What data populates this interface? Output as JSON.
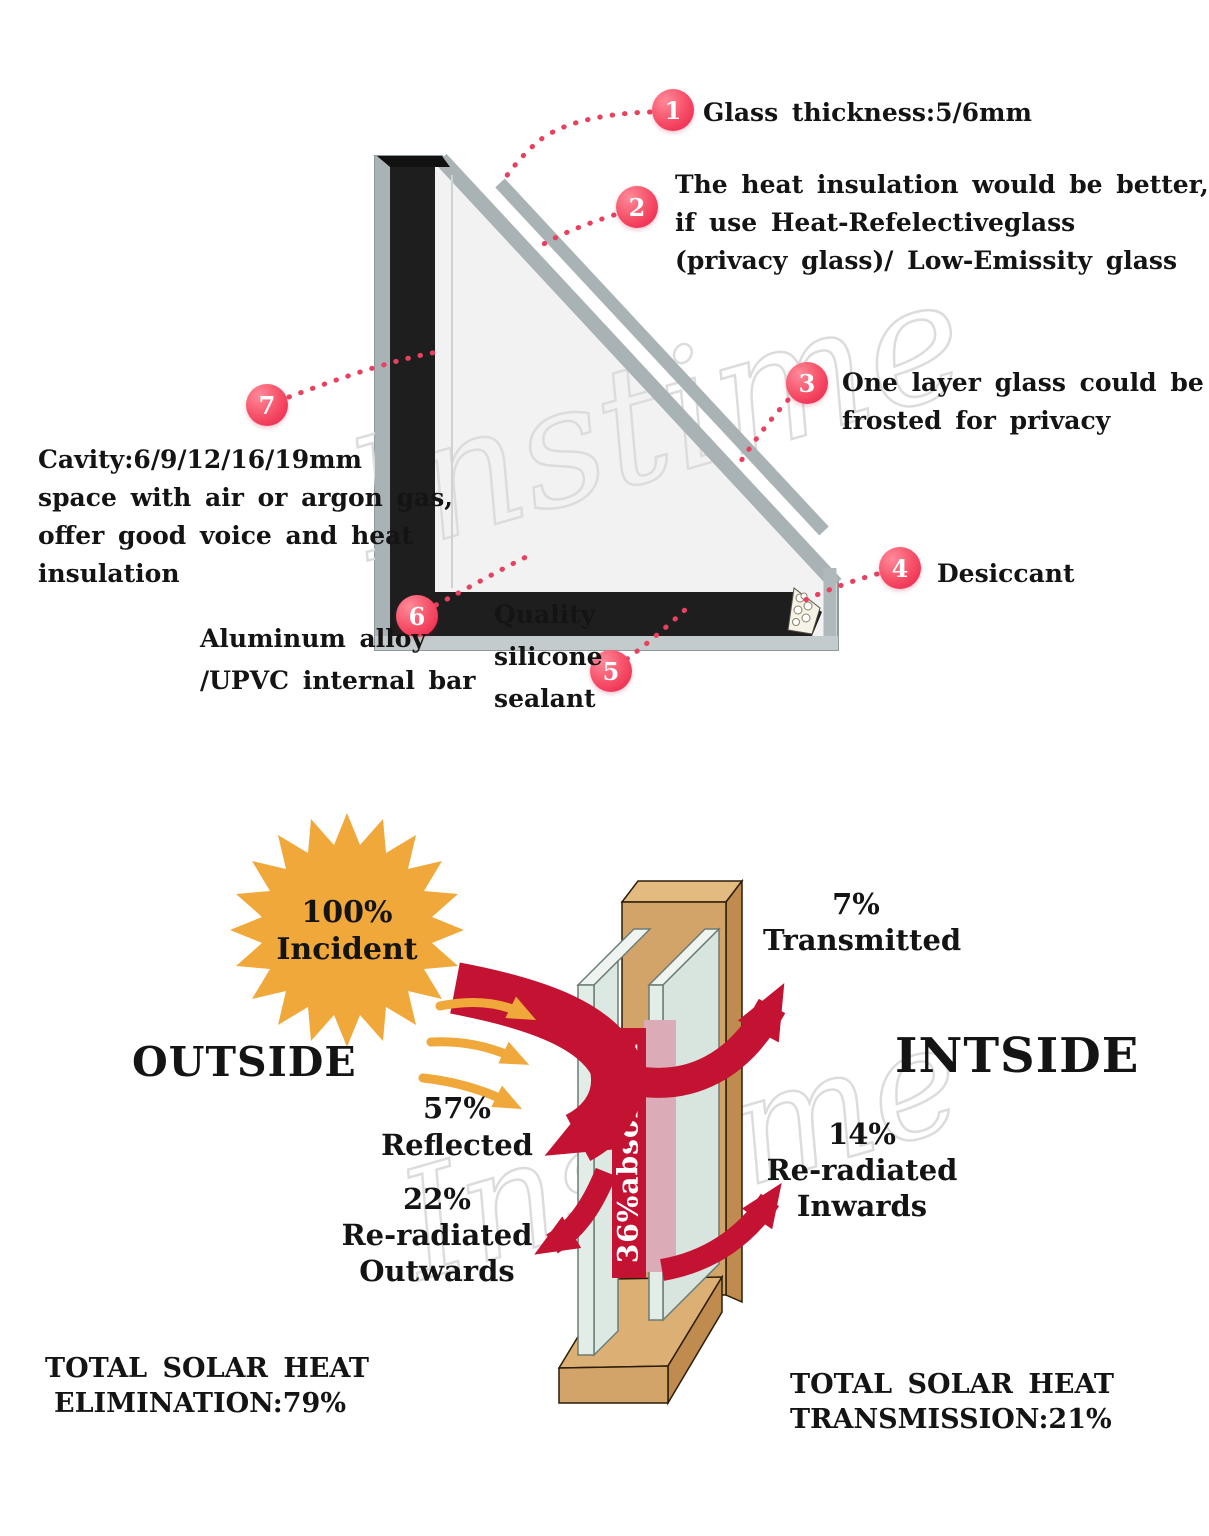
{
  "watermark_text": "Instime",
  "colors": {
    "callout_red": "#ec1c45",
    "leader_dot_red": "#e8415f",
    "flow_red": "#c41232",
    "sun_orange": "#f0a83b",
    "wood_tan": "#d2a469",
    "frame_black": "#1e1e1e"
  },
  "glass_unit": {
    "callout1": {
      "num": "1",
      "text": "Glass thickness:5/6mm"
    },
    "callout2": {
      "num": "2",
      "line1": "The heat insulation would be better,",
      "line2": "if use Heat-Refelectiveglass",
      "line3": "(privacy glass)/ Low-Emissity glass"
    },
    "callout3": {
      "num": "3",
      "line1": "One layer glass could be",
      "line2": "frosted for privacy"
    },
    "callout4": {
      "num": "4",
      "text": "Desiccant"
    },
    "callout5": {
      "num": "5",
      "line1": "Quality",
      "line2": "silicone",
      "line3": "sealant"
    },
    "callout6": {
      "num": "6",
      "line1": "Aluminum alloy",
      "line2": "/UPVC internal bar"
    },
    "callout7": {
      "num": "7",
      "line1": "Cavity:6/9/12/16/19mm",
      "line2": "space with air or argon gas,",
      "line3": "offer good voice and heat",
      "line4": "insulation"
    }
  },
  "solar": {
    "sun_pct": "100%",
    "sun_label": "Incident",
    "outside_label": "OUTSIDE",
    "inside_label": "INTSIDE",
    "transmitted_pct": "7%",
    "transmitted_label": "Transmitted",
    "reflected_pct": "57%",
    "reflected_label": "Reflected",
    "reradiated_out_pct": "22%",
    "reradiated_out_line1": "Re-radiated",
    "reradiated_out_line2": "Outwards",
    "reradiated_in_pct": "14%",
    "reradiated_in_line1": "Re-radiated",
    "reradiated_in_line2": "Inwards",
    "absorbed_label": "36%absorbed",
    "total_elimination_line1": "TOTAL SOLAR HEAT",
    "total_elimination_line2": "ELIMINATION:79%",
    "total_transmission_line1": "TOTAL SOLAR HEAT",
    "total_transmission_line2": "TRANSMISSION:21%"
  }
}
